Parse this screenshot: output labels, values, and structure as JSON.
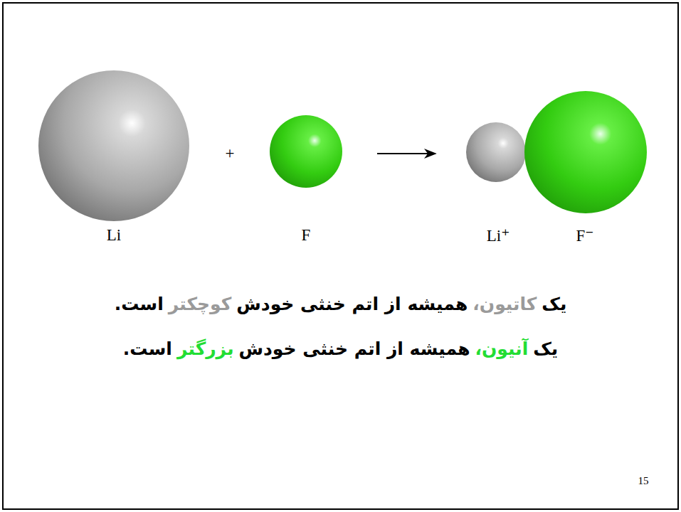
{
  "diagram": {
    "labels": [
      "Li",
      "+",
      "F",
      "Li⁺",
      "F⁻",
      "یک",
      "کاتیون،",
      "همیشه از اتم خنثی خودش",
      "کوچکتر",
      "است.",
      "یک",
      "آنیون،",
      "همیشه از اتم خنثی خودش",
      "بزرگتر",
      "است.",
      "15"
    ]
  }
}
